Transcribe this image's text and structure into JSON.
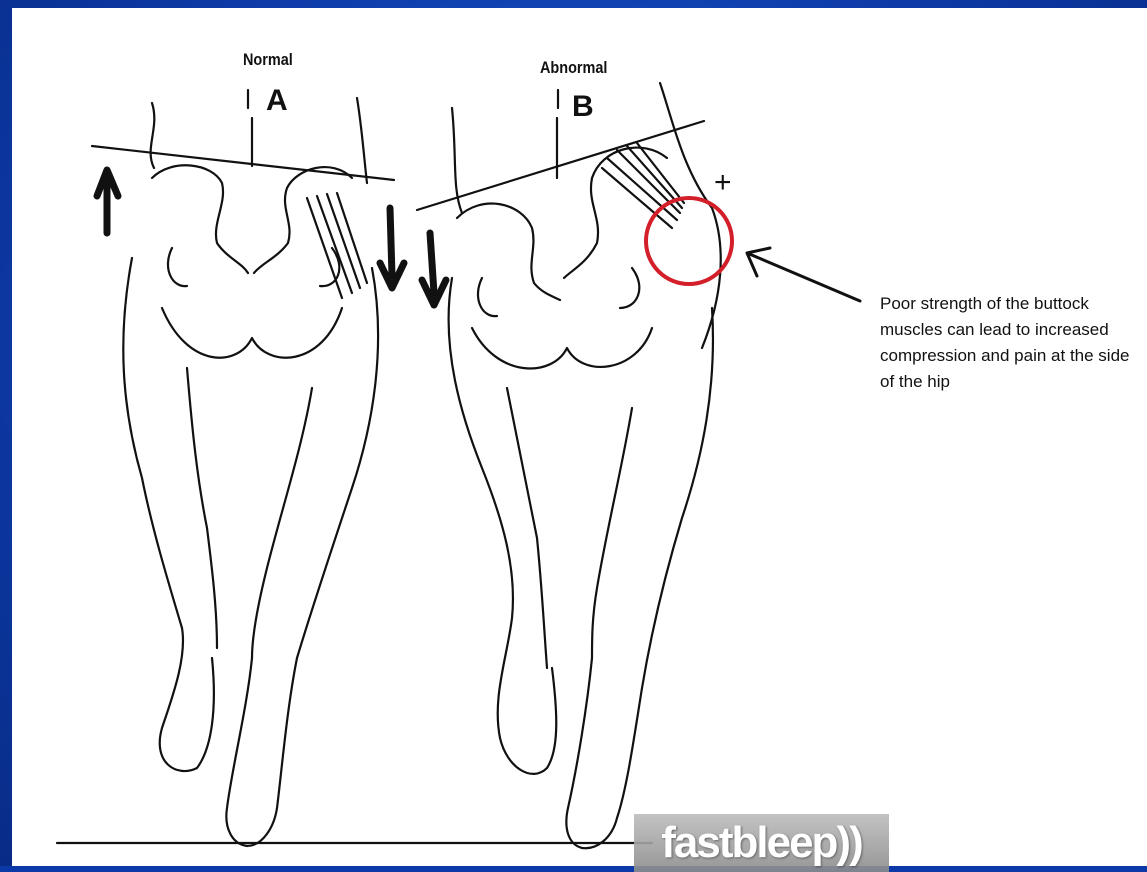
{
  "labels": {
    "normal": "Normal",
    "a": "A",
    "abnormal": "Abnormal",
    "b": "B",
    "plus": "+"
  },
  "caption": "Poor strength of the buttock muscles can lead to increased compression and pain at the side of the hip",
  "logo": "fastbleep))",
  "colors": {
    "border": "#0d3ba8",
    "highlight_circle": "#d21f2a",
    "ink": "#111111"
  }
}
